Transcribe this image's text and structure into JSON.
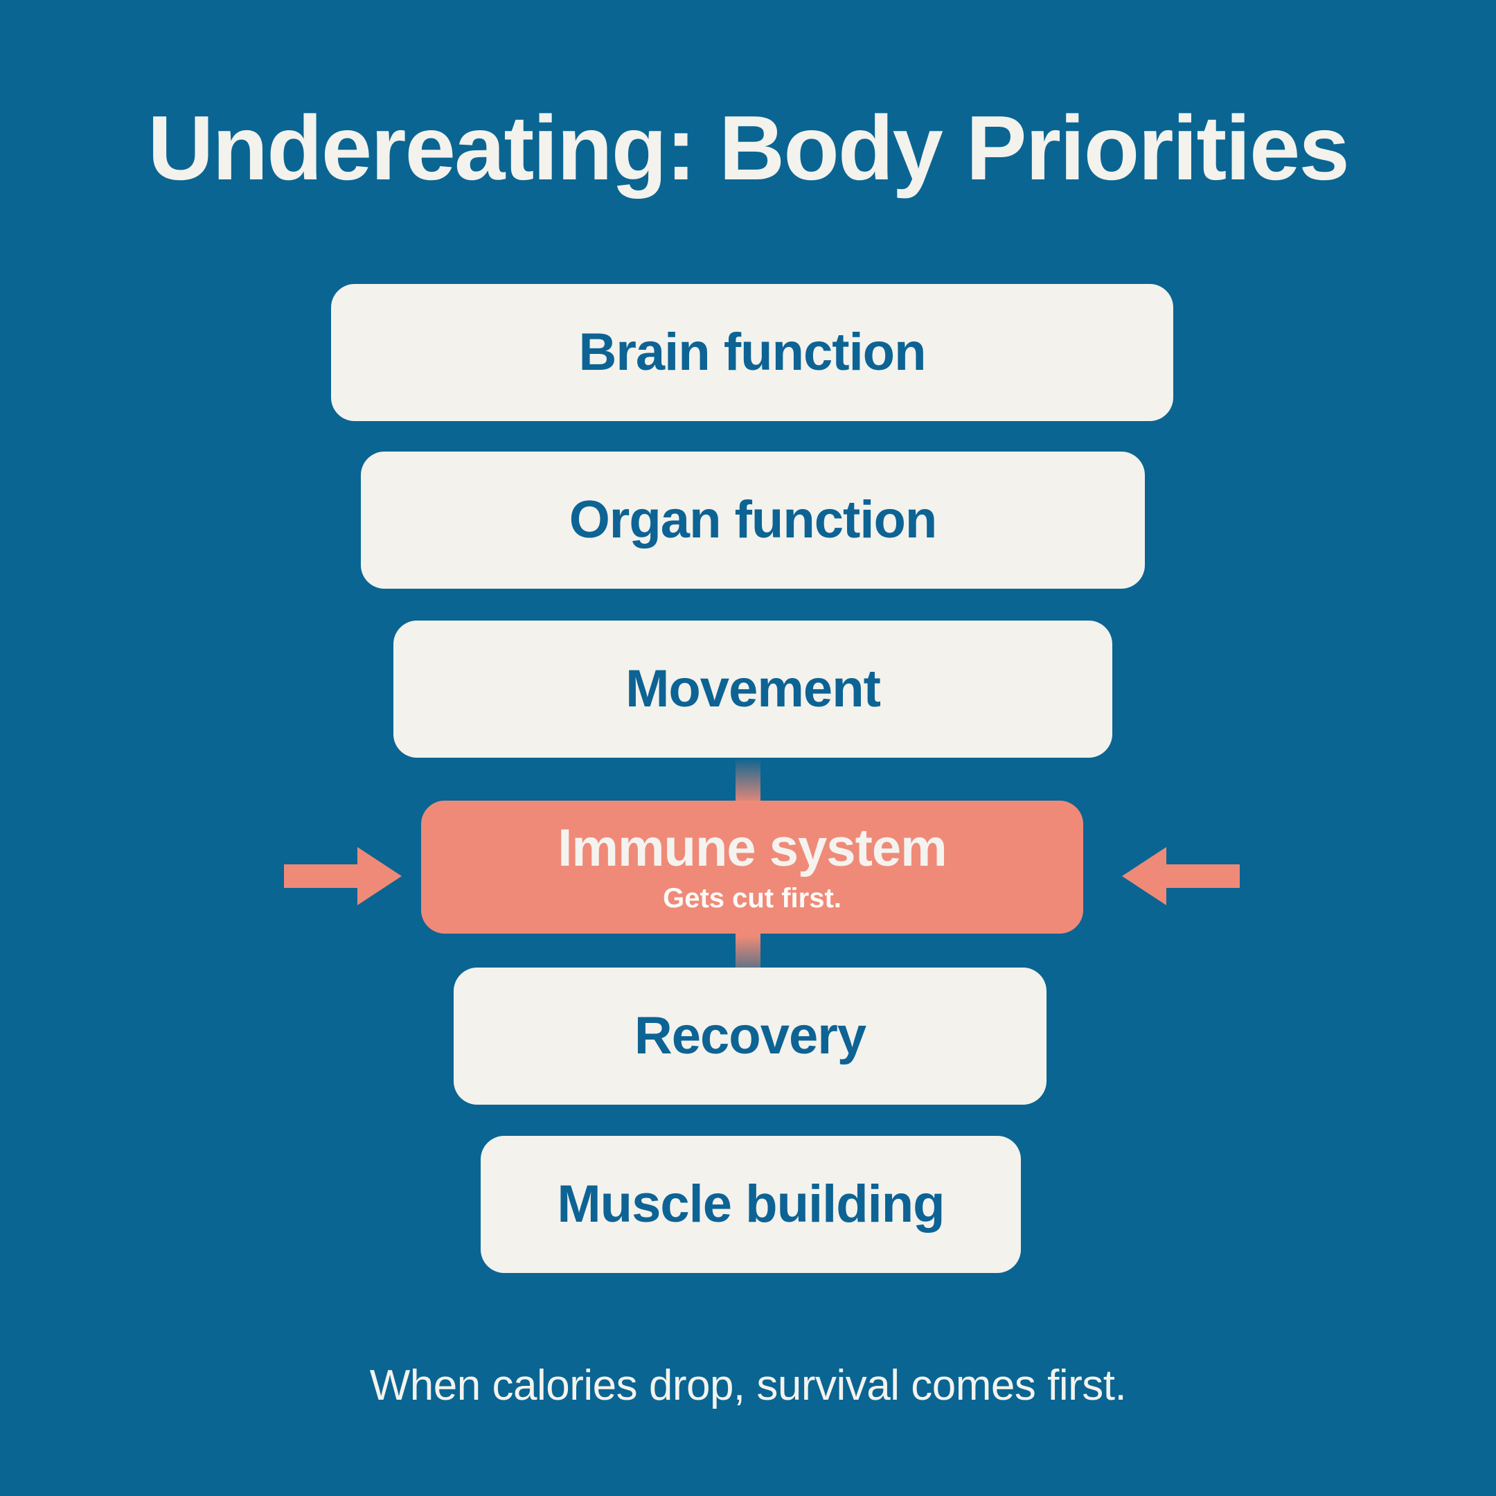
{
  "theme": {
    "background_color": "#0a6592",
    "card_color": "#f3f2ed",
    "card_text_color": "#0d6394",
    "highlight_color": "#ef8a78",
    "highlight_text_color": "#f5f3ef",
    "title_color": "#f3f2ed",
    "caption_color": "#f4f3ee",
    "arrow_color": "#ef8a78"
  },
  "header": {
    "title": "Undereating: Body Priorities"
  },
  "priority_stack": {
    "items": [
      {
        "label": "Brain function",
        "highlighted": false,
        "sub": ""
      },
      {
        "label": "Organ function",
        "highlighted": false,
        "sub": ""
      },
      {
        "label": "Movement",
        "highlighted": false,
        "sub": ""
      },
      {
        "label": "Immune system",
        "highlighted": true,
        "sub": "Gets cut first."
      },
      {
        "label": "Recovery",
        "highlighted": false,
        "sub": ""
      },
      {
        "label": "Muscle building",
        "highlighted": false,
        "sub": ""
      }
    ]
  },
  "callout": {
    "left_arrow_icon": "arrow-right-icon",
    "right_arrow_icon": "arrow-left-icon",
    "target_label": "Immune system"
  },
  "footer": {
    "caption": "When calories drop, survival comes first."
  }
}
